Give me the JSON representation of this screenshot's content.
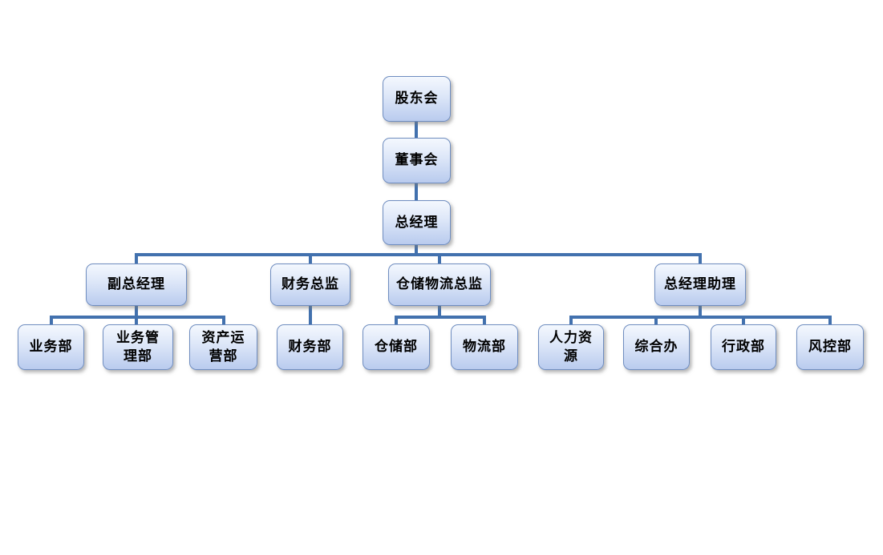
{
  "org_chart": {
    "nodes": {
      "shareholders_meeting": "股东会",
      "board_of_directors": "董事会",
      "general_manager": "总经理",
      "deputy_general_manager": "副总经理",
      "finance_director": "财务总监",
      "warehouse_logistics_director": "仓储物流总监",
      "gm_assistant": "总经理助理",
      "business_dept": "业务部",
      "business_management_dept": "业务管理部",
      "asset_operations_dept": "资产运营部",
      "finance_dept": "财务部",
      "warehouse_dept": "仓储部",
      "logistics_dept": "物流部",
      "human_resources": "人力资源",
      "general_office": "综合办",
      "administration_dept": "行政部",
      "risk_control_dept": "风控部"
    },
    "hierarchy": {
      "股东会": [
        "董事会"
      ],
      "董事会": [
        "总经理"
      ],
      "总经理": [
        "副总经理",
        "财务总监",
        "仓储物流总监",
        "总经理助理"
      ],
      "副总经理": [
        "业务部",
        "业务管理部",
        "资产运营部"
      ],
      "财务总监": [
        "财务部"
      ],
      "仓储物流总监": [
        "仓储部",
        "物流部"
      ],
      "总经理助理": [
        "人力资源",
        "综合办",
        "行政部",
        "风控部"
      ]
    },
    "colors": {
      "background": "#ffffff",
      "node_fill_top": "#f4f8fe",
      "node_fill_bottom": "#b9cbee",
      "node_border": "#6f8dc0",
      "connector": "#4271ae",
      "text": "#000000"
    }
  }
}
